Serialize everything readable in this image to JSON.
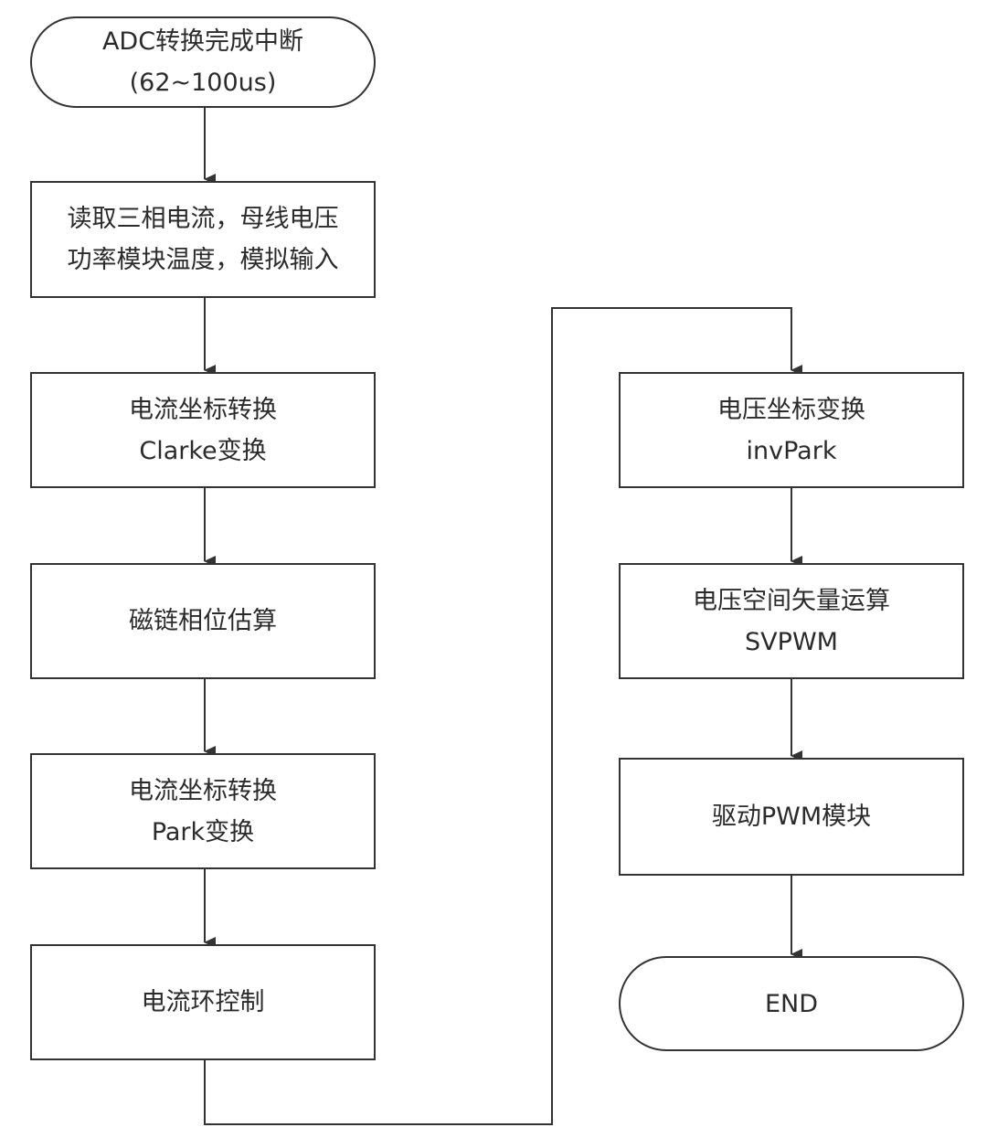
{
  "flowchart": {
    "start": {
      "line1": "ADC转换完成中断",
      "line2": "(62~100us)"
    },
    "read_inputs": {
      "line1": "读取三相电流，母线电压",
      "line2": "功率模块温度，模拟输入"
    },
    "clarke": {
      "line1": "电流坐标转换",
      "line2": "Clarke变换"
    },
    "flux_phase": {
      "line1": "磁链相位估算"
    },
    "park": {
      "line1": "电流坐标转换",
      "line2": "Park变换"
    },
    "current_loop": {
      "line1": "电流环控制"
    },
    "inv_park": {
      "line1": "电压坐标变换",
      "line2": "invPark"
    },
    "svpwm": {
      "line1": "电压空间矢量运算",
      "line2": "SVPWM"
    },
    "pwm_drive": {
      "line1": "驱动PWM模块"
    },
    "end": {
      "line1": "END"
    }
  },
  "colors": {
    "line": "#333333",
    "text": "#2b2b2b",
    "background": "#ffffff"
  }
}
